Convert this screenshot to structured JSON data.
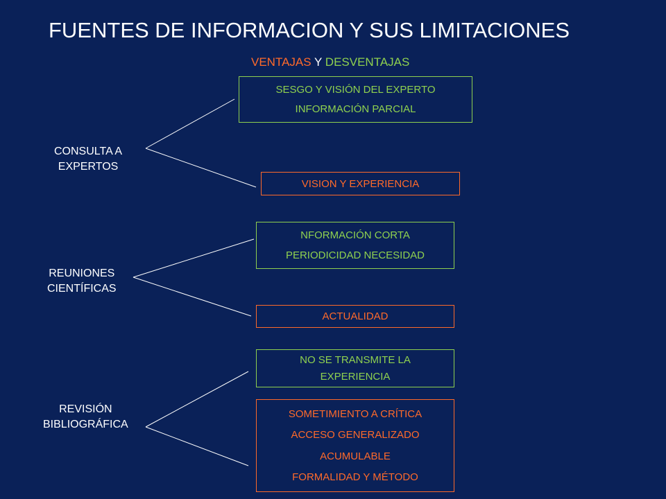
{
  "title": "FUENTES DE INFORMACION Y SUS LIMITACIONES",
  "legend": {
    "ventajas": "VENTAJAS",
    "y": "Y",
    "desventajas": "DESVENTAJAS"
  },
  "colors": {
    "background": "#0a2158",
    "ventaja": "#ff6a2a",
    "desventaja": "#8fd14f",
    "text": "#ffffff"
  },
  "sources": [
    {
      "label_lines": [
        "CONSULTA A",
        "EXPERTOS"
      ],
      "desventajas": [
        "SESGO Y VISIÓN DEL EXPERTO",
        "INFORMACIÓN  PARCIAL"
      ],
      "ventajas": [
        "VISION Y EXPERIENCIA"
      ]
    },
    {
      "label_lines": [
        "REUNIONES",
        "CIENTÍFICAS"
      ],
      "desventajas": [
        "NFORMACIÓN CORTA",
        "PERIODICIDAD NECESIDAD"
      ],
      "ventajas": [
        "ACTUALIDAD"
      ]
    },
    {
      "label_lines": [
        "REVISIÓN",
        "BIBLIOGRÁFICA"
      ],
      "desventajas": [
        "NO SE TRANSMITE LA",
        "EXPERIENCIA"
      ],
      "ventajas": [
        "SOMETIMIENTO A CRÍTICA",
        "ACCESO GENERALIZADO",
        "ACUMULABLE",
        "FORMALIDAD Y MÉTODO"
      ]
    }
  ]
}
